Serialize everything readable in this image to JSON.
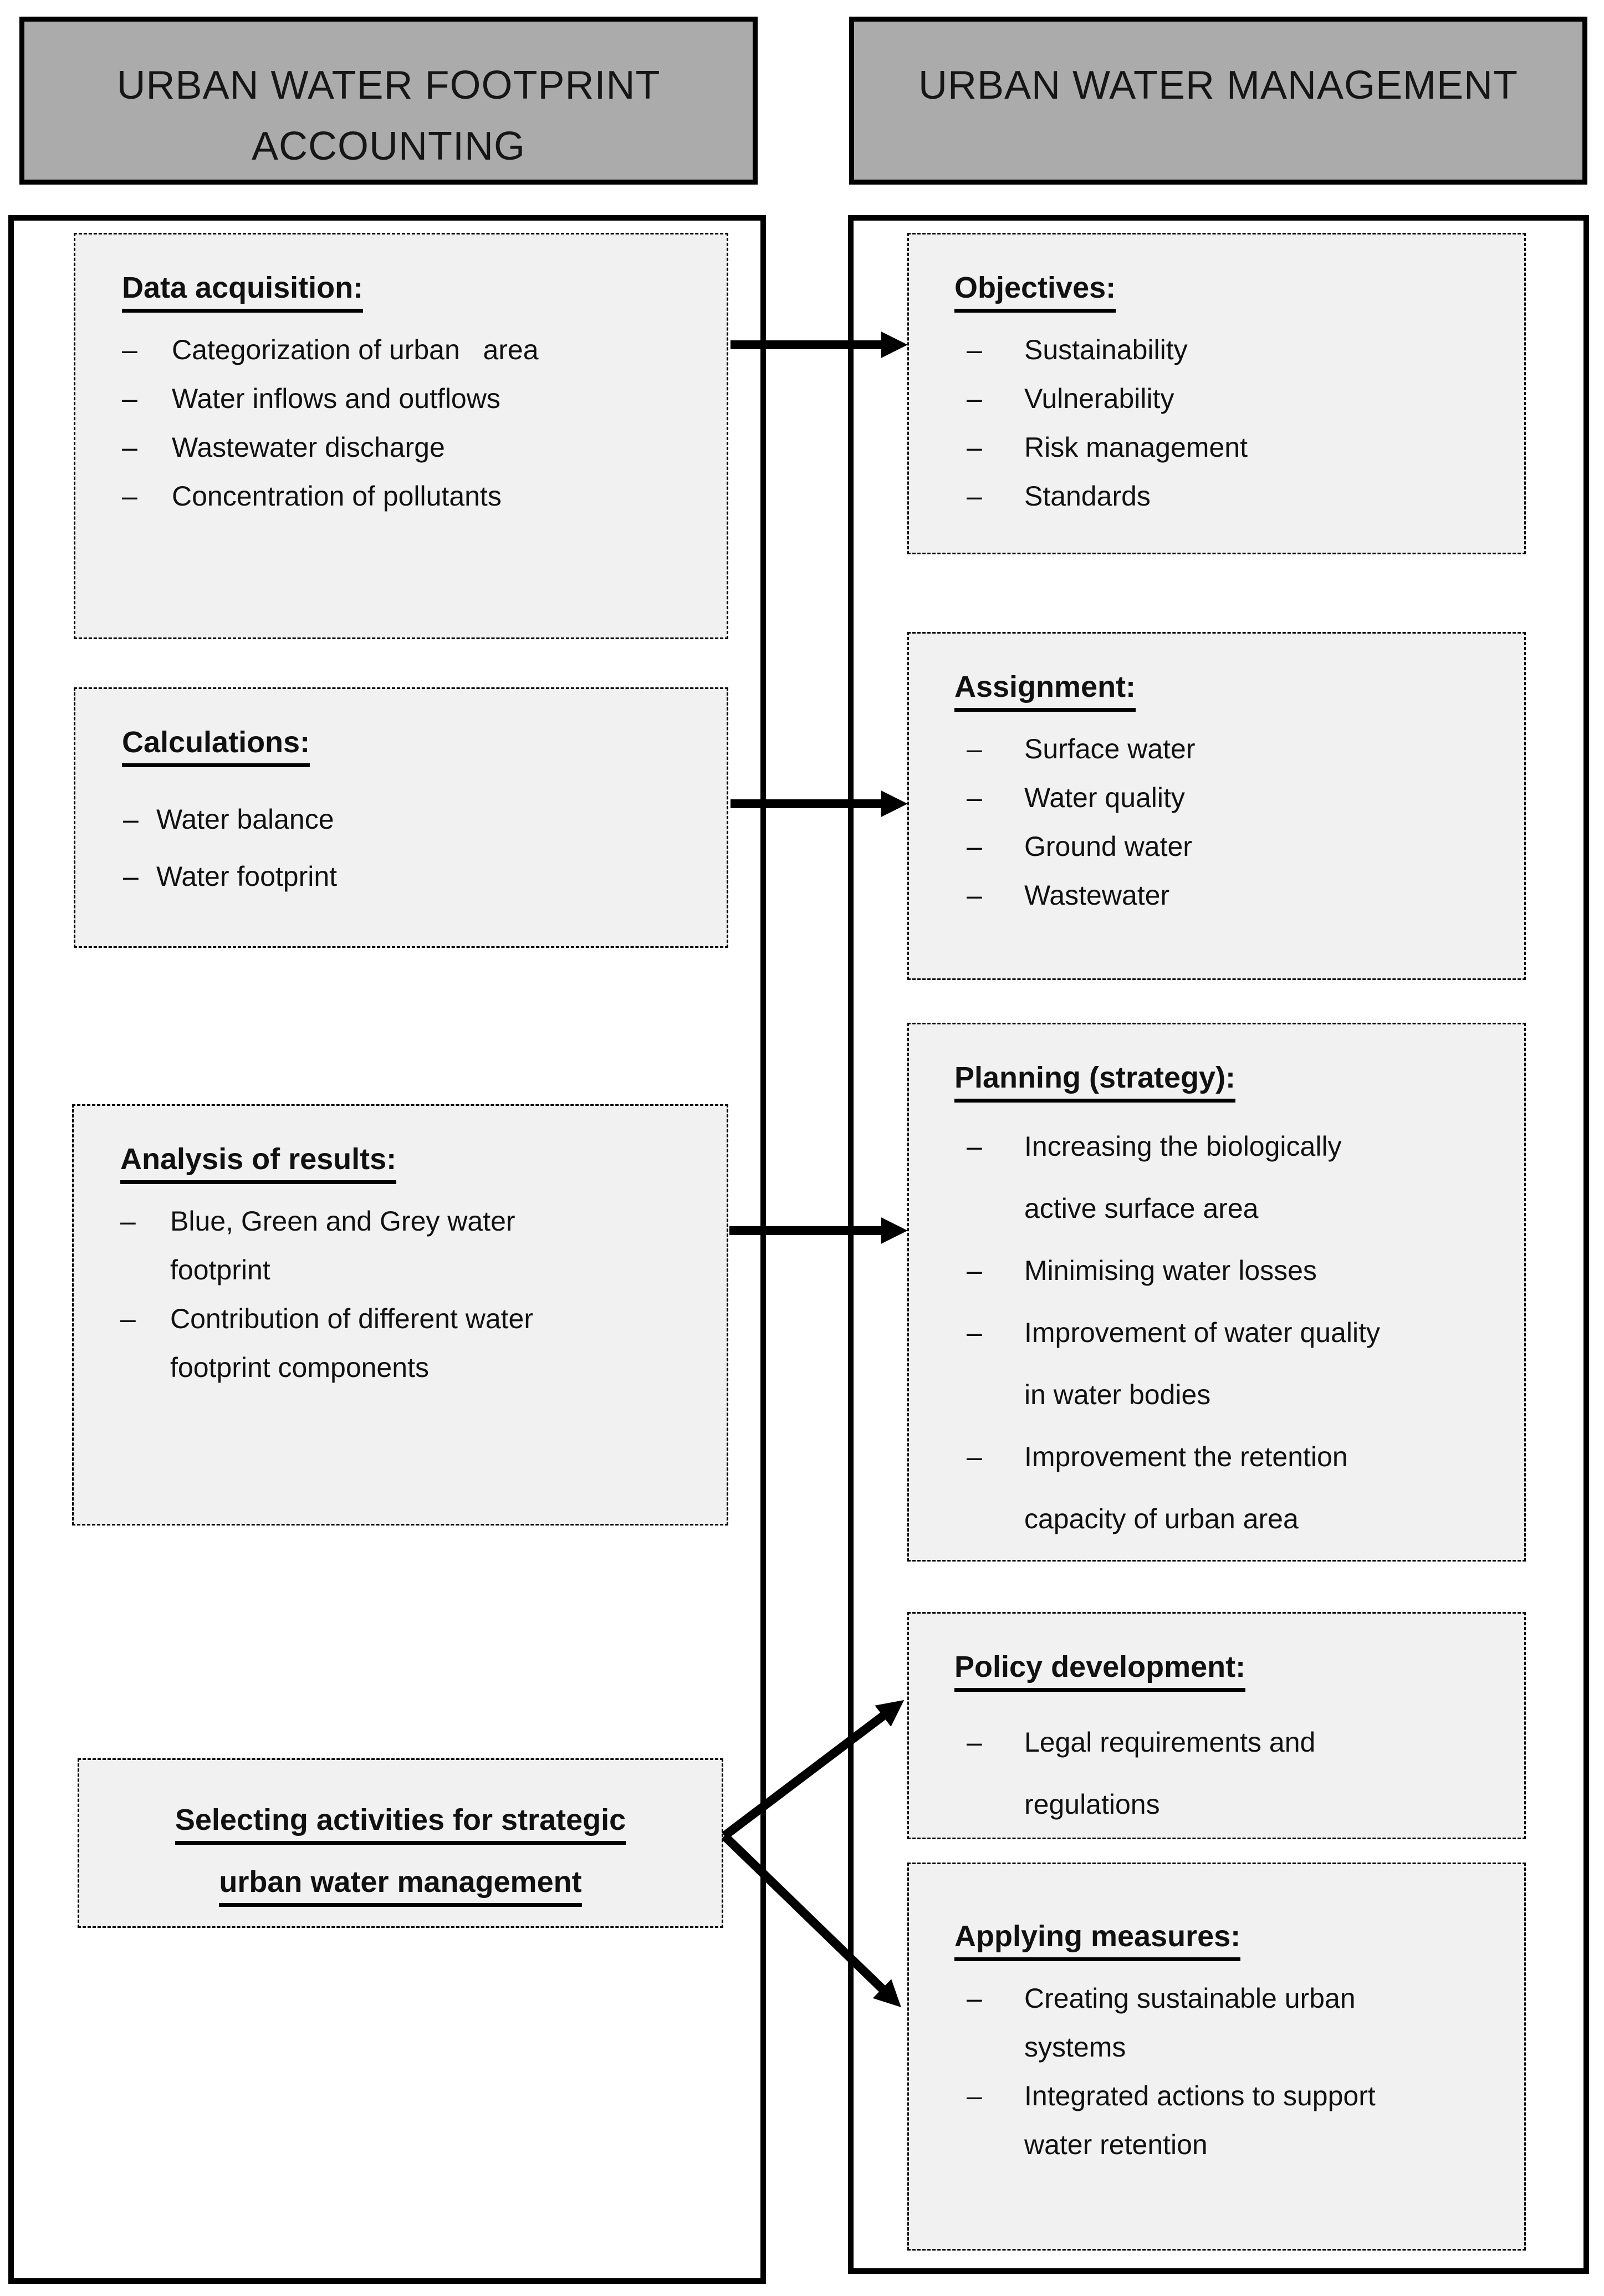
{
  "dash": "–",
  "left_header": {
    "lines": [
      "URBAN WATER FOOTPRINT",
      "ACCOUNTING"
    ]
  },
  "right_header": {
    "lines": [
      "URBAN WATER MANAGEMENT"
    ]
  },
  "left_boxes": [
    {
      "title": "Data acquisition:",
      "items": [
        "Categorization of urban   area",
        "Water inflows and outflows",
        "Wastewater discharge",
        "Concentration of pollutants"
      ]
    },
    {
      "title": "Calculations:",
      "items": [
        "Water balance",
        "Water footprint"
      ]
    },
    {
      "title": "Analysis of results:",
      "items": [
        "Blue, Green and Grey water\nfootprint",
        "Contribution of different water\nfootprint components"
      ]
    },
    {
      "lines": [
        "Selecting activities for strategic",
        "urban water management"
      ]
    }
  ],
  "right_boxes": [
    {
      "title": "Objectives:",
      "items": [
        "Sustainability",
        "Vulnerability",
        "Risk management",
        "Standards"
      ]
    },
    {
      "title": "Assignment:",
      "items": [
        "Surface water",
        "Water quality",
        "Ground water",
        "Wastewater"
      ]
    },
    {
      "title": "Planning (strategy):",
      "items": [
        "Increasing the biologically\nactive surface area",
        "Minimising water losses",
        "Improvement of water quality\nin water bodies",
        "Improvement the retention\ncapacity of urban area"
      ]
    },
    {
      "title": "Policy development:",
      "items": [
        "Legal requirements and\nregulations"
      ]
    },
    {
      "title": "Applying measures:",
      "items": [
        "Creating sustainable urban\nsystems",
        "Integrated actions to support\nwater retention"
      ]
    }
  ]
}
